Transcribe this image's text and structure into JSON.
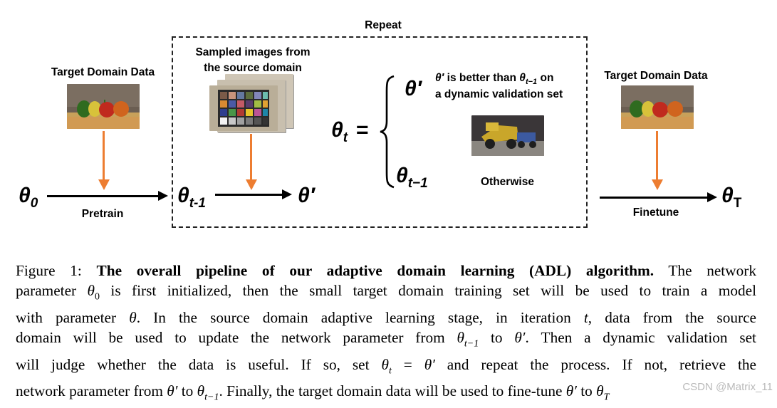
{
  "diagram": {
    "repeat_label": "Repeat",
    "left_data_label": "Target Domain Data",
    "right_data_label": "Target Domain Data",
    "sampled_label_line1": "Sampled images from",
    "sampled_label_line2": "the source domain",
    "theta0": "θ",
    "theta0_sub": "0",
    "pretrain": "Pretrain",
    "theta_tm1": "θ",
    "theta_tm1_sub": "t-1",
    "theta_prime": "θ′",
    "theta_t": "θ",
    "theta_t_sub": "t",
    "equals": "=",
    "case1_value": "θ′",
    "case1_cond_line1_a": "θ′",
    "case1_cond_line1_b": " is better than ",
    "case1_cond_line1_c": "θ",
    "case1_cond_line1_c_sub": "t−1",
    "case1_cond_line1_d": " on",
    "case1_cond_line2": "a dynamic validation set",
    "case2_value": "θ",
    "case2_value_sub": "t−1",
    "case2_cond": "Otherwise",
    "finetune": "Finetune",
    "thetaT": "θ",
    "thetaT_sub": "T",
    "arrow_color": "#ED7D31"
  },
  "caption": {
    "fig_label": "Figure 1:",
    "fig_title": "The overall pipeline of our adaptive domain learning (ADL) algorithm.",
    "l1_tail": " The network",
    "l2_a": "parameter ",
    "l2_theta": "θ",
    "l2_sub": "0",
    "l2_b": " is first initialized, then the small target domain training set will be used to train a model",
    "l3_a": "with parameter ",
    "l3_theta": "θ",
    "l3_b": ". In the source domain adaptive learning stage, in iteration ",
    "l3_t": "t",
    "l3_c": ", data from the source",
    "l4_a": "domain will be used to update the network parameter from ",
    "l4_theta": "θ",
    "l4_sub": "t−1",
    "l4_b": " to ",
    "l4_thetap": "θ′",
    "l4_c": ". Then a dynamic validation set",
    "l5_a": "will judge whether the data is useful.  If so, set ",
    "l5_theta": "θ",
    "l5_sub": "t",
    "l5_eq": " = ",
    "l5_thetap": "θ′",
    "l5_b": " and repeat the process.  If not, retrieve the",
    "l6_a": "network parameter from ",
    "l6_thetap": "θ′",
    "l6_b": " to ",
    "l6_theta": "θ",
    "l6_sub": "t−1",
    "l6_c": ". Finally, the target domain data will be used to fine-tune ",
    "l6_thetap2": "θ′",
    "l6_d": " to ",
    "l6_thetaT": "θ",
    "l6_subT": "T"
  },
  "watermark": "CSDN @Matrix_11"
}
